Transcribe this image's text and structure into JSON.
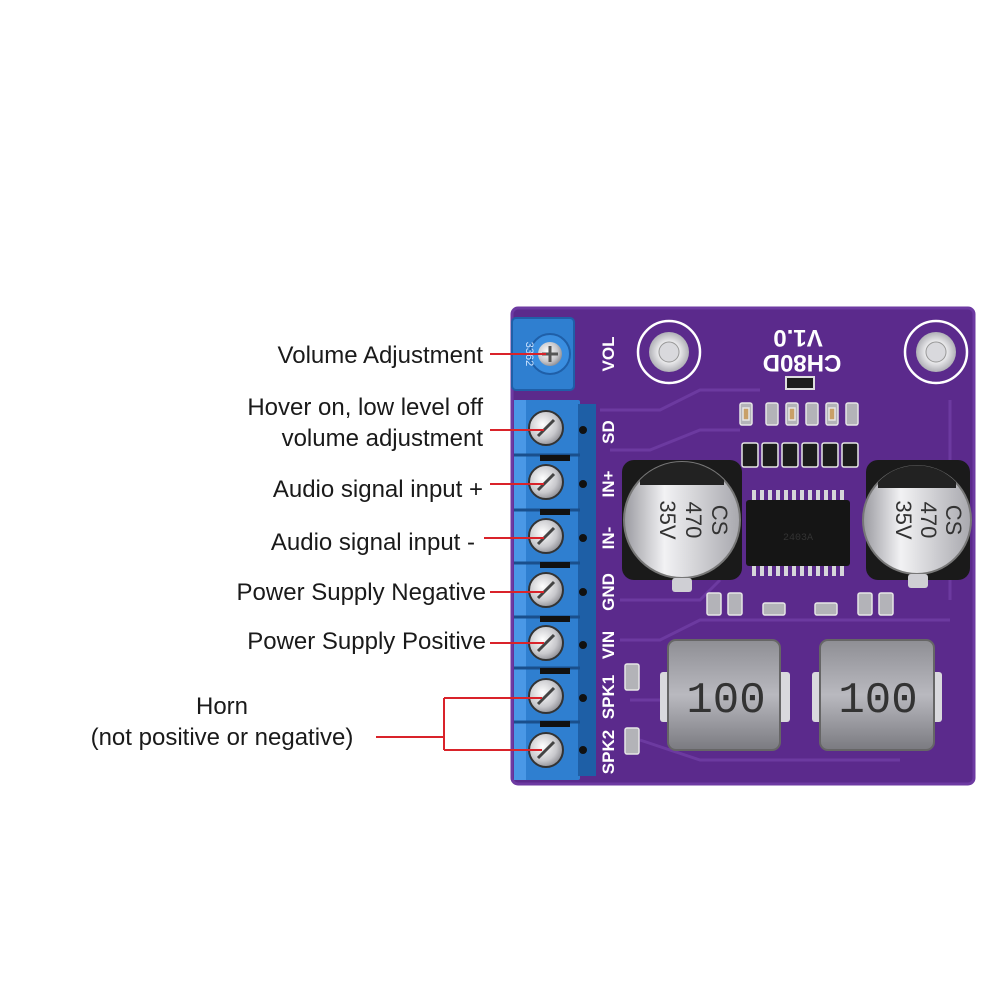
{
  "callouts": {
    "volume": "Volume Adjustment",
    "sd_line1": "Hover on, low level off",
    "sd_line2": "volume adjustment",
    "in_plus": "Audio signal input +",
    "in_minus": "Audio signal input -",
    "gnd": "Power Supply Negative",
    "vin": "Power Supply Positive",
    "horn_line1": "Horn",
    "horn_line2": "(not positive or negative)"
  },
  "board": {
    "name": "CH80D",
    "version": "V1.0",
    "pins": [
      "VOL",
      "SD",
      "IN+",
      "IN-",
      "GND",
      "VIN",
      "SPK1",
      "SPK2"
    ],
    "capacitor_brand": "CS",
    "capacitor_value": "470",
    "capacitor_voltage": "35V",
    "inductor_value": "100",
    "chip_marking": "2403A",
    "pot_marking": "3362"
  },
  "colors": {
    "pcb": "#5b2a8c",
    "terminal": "#2f7fd0",
    "leader_line": "#d9232a"
  }
}
